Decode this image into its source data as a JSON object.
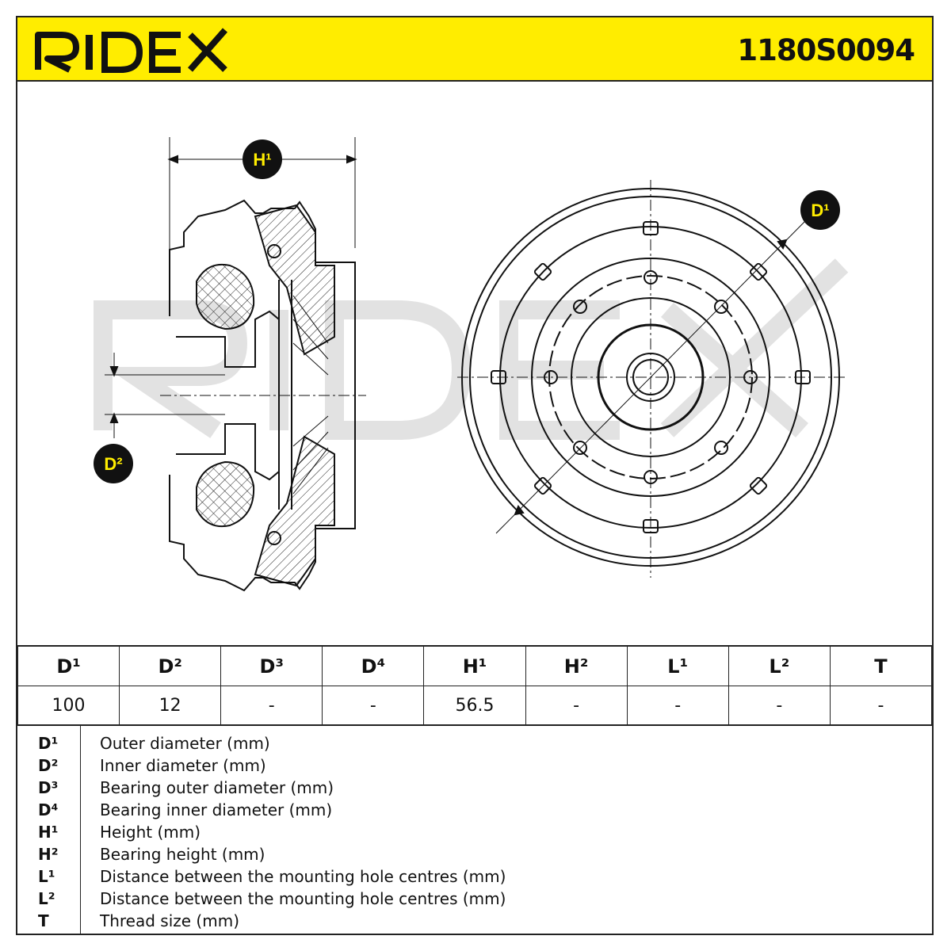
{
  "header": {
    "brand": "RIDEX",
    "part_number": "1180S0094",
    "accent_color": "#ffed00"
  },
  "drawing": {
    "labels": {
      "h1": "H¹",
      "d1": "D¹",
      "d2": "D²"
    },
    "watermark": "RIDEX"
  },
  "table": {
    "headers": [
      "D¹",
      "D²",
      "D³",
      "D⁴",
      "H¹",
      "H²",
      "L¹",
      "L²",
      "T"
    ],
    "values": [
      "100",
      "12",
      "-",
      "-",
      "56.5",
      "-",
      "-",
      "-",
      "-"
    ]
  },
  "legend": [
    {
      "symbol": "D¹",
      "text": "Outer diameter (mm)"
    },
    {
      "symbol": "D²",
      "text": "Inner diameter (mm)"
    },
    {
      "symbol": "D³",
      "text": "Bearing outer diameter (mm)"
    },
    {
      "symbol": "D⁴",
      "text": "Bearing inner diameter (mm)"
    },
    {
      "symbol": "H¹",
      "text": "Height (mm)"
    },
    {
      "symbol": "H²",
      "text": "Bearing height (mm)"
    },
    {
      "symbol": "L¹",
      "text": "Distance between the mounting hole centres (mm)"
    },
    {
      "symbol": "L²",
      "text": "Distance between the mounting hole centres (mm)"
    },
    {
      "symbol": "T",
      "text": "Thread size (mm)"
    }
  ]
}
